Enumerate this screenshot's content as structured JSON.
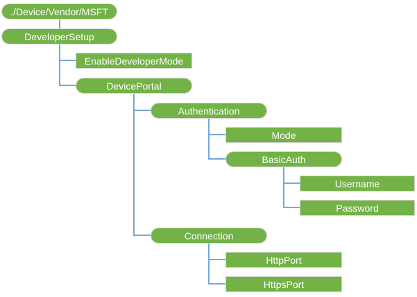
{
  "colors": {
    "node_fill": "#73B246",
    "node_border": "#D5D5D5",
    "node_text": "#FFFFFF",
    "connector": "#74A7DB",
    "background": "#FFFFFF"
  },
  "tree": {
    "nodes": [
      {
        "label": "./Device/Vendor/MSFT",
        "shape": "pill",
        "parent": null
      },
      {
        "label": "DeveloperSetup",
        "shape": "pill",
        "parent": "./Device/Vendor/MSFT"
      },
      {
        "label": "EnableDeveloperMode",
        "shape": "rect",
        "parent": "DeveloperSetup"
      },
      {
        "label": "DevicePortal",
        "shape": "pill",
        "parent": "DeveloperSetup"
      },
      {
        "label": "Authentication",
        "shape": "pill",
        "parent": "DevicePortal"
      },
      {
        "label": "Mode",
        "shape": "rect",
        "parent": "Authentication"
      },
      {
        "label": "BasicAuth",
        "shape": "pill",
        "parent": "Authentication"
      },
      {
        "label": "Username",
        "shape": "rect",
        "parent": "BasicAuth"
      },
      {
        "label": "Password",
        "shape": "rect",
        "parent": "BasicAuth"
      },
      {
        "label": "Connection",
        "shape": "pill",
        "parent": "DevicePortal"
      },
      {
        "label": "HttpPort",
        "shape": "rect",
        "parent": "Connection"
      },
      {
        "label": "HttpsPort",
        "shape": "rect",
        "parent": "Connection"
      }
    ]
  }
}
